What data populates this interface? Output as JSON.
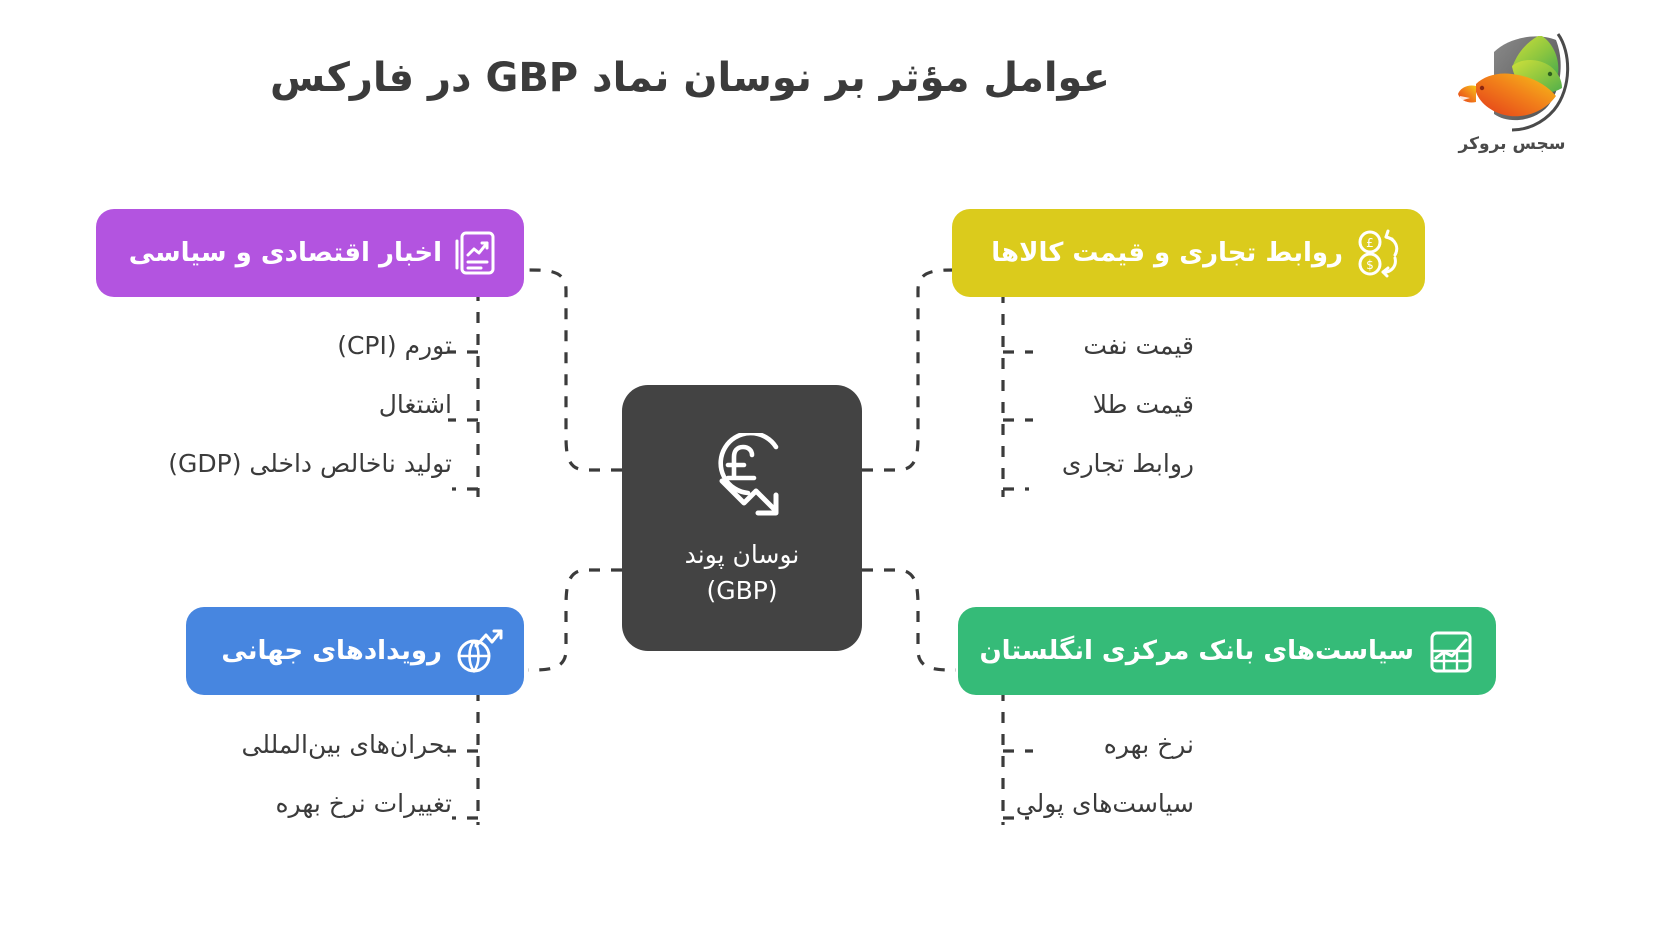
{
  "page": {
    "title": "عوامل مؤثر بر نوسان نماد GBP در فارکس",
    "background_color": "#ffffff",
    "text_color": "#3b3b3b"
  },
  "logo": {
    "name": "سجس بروکر",
    "colors": {
      "green": "#7fc242",
      "lime": "#b6d43a",
      "orange": "#f07a1d",
      "red": "#e8401f",
      "gray": "#6d6d6d"
    }
  },
  "center": {
    "label": "نوسان پوند\n(GBP)",
    "icon": "pound-decline-icon",
    "background_color": "#434343",
    "text_color": "#ffffff"
  },
  "branches": [
    {
      "id": "news",
      "label": "اخبار اقتصادی و سیاسی",
      "color": "#b354e0",
      "icon": "news-report-icon",
      "items": [
        "تورم (CPI)",
        "اشتغال",
        "تولید ناخالص داخلی (GDP)"
      ]
    },
    {
      "id": "trade",
      "label": "روابط تجاری و قیمت کالاها",
      "color": "#dbcb1c",
      "icon": "currency-exchange-icon",
      "items": [
        "قیمت نفت",
        "قیمت طلا",
        "روابط تجاری"
      ]
    },
    {
      "id": "global",
      "label": "رویدادهای جهانی",
      "color": "#4786e0",
      "icon": "globe-growth-icon",
      "items": [
        "بحران‌های بین‌المللی",
        "تغییرات نرخ بهره"
      ]
    },
    {
      "id": "boe",
      "label": "سیاست‌های بانک مرکزی انگلستان",
      "color": "#35bb78",
      "icon": "bank-chart-icon",
      "items": [
        "نرخ بهره",
        "سیاست‌های پولی"
      ]
    }
  ]
}
